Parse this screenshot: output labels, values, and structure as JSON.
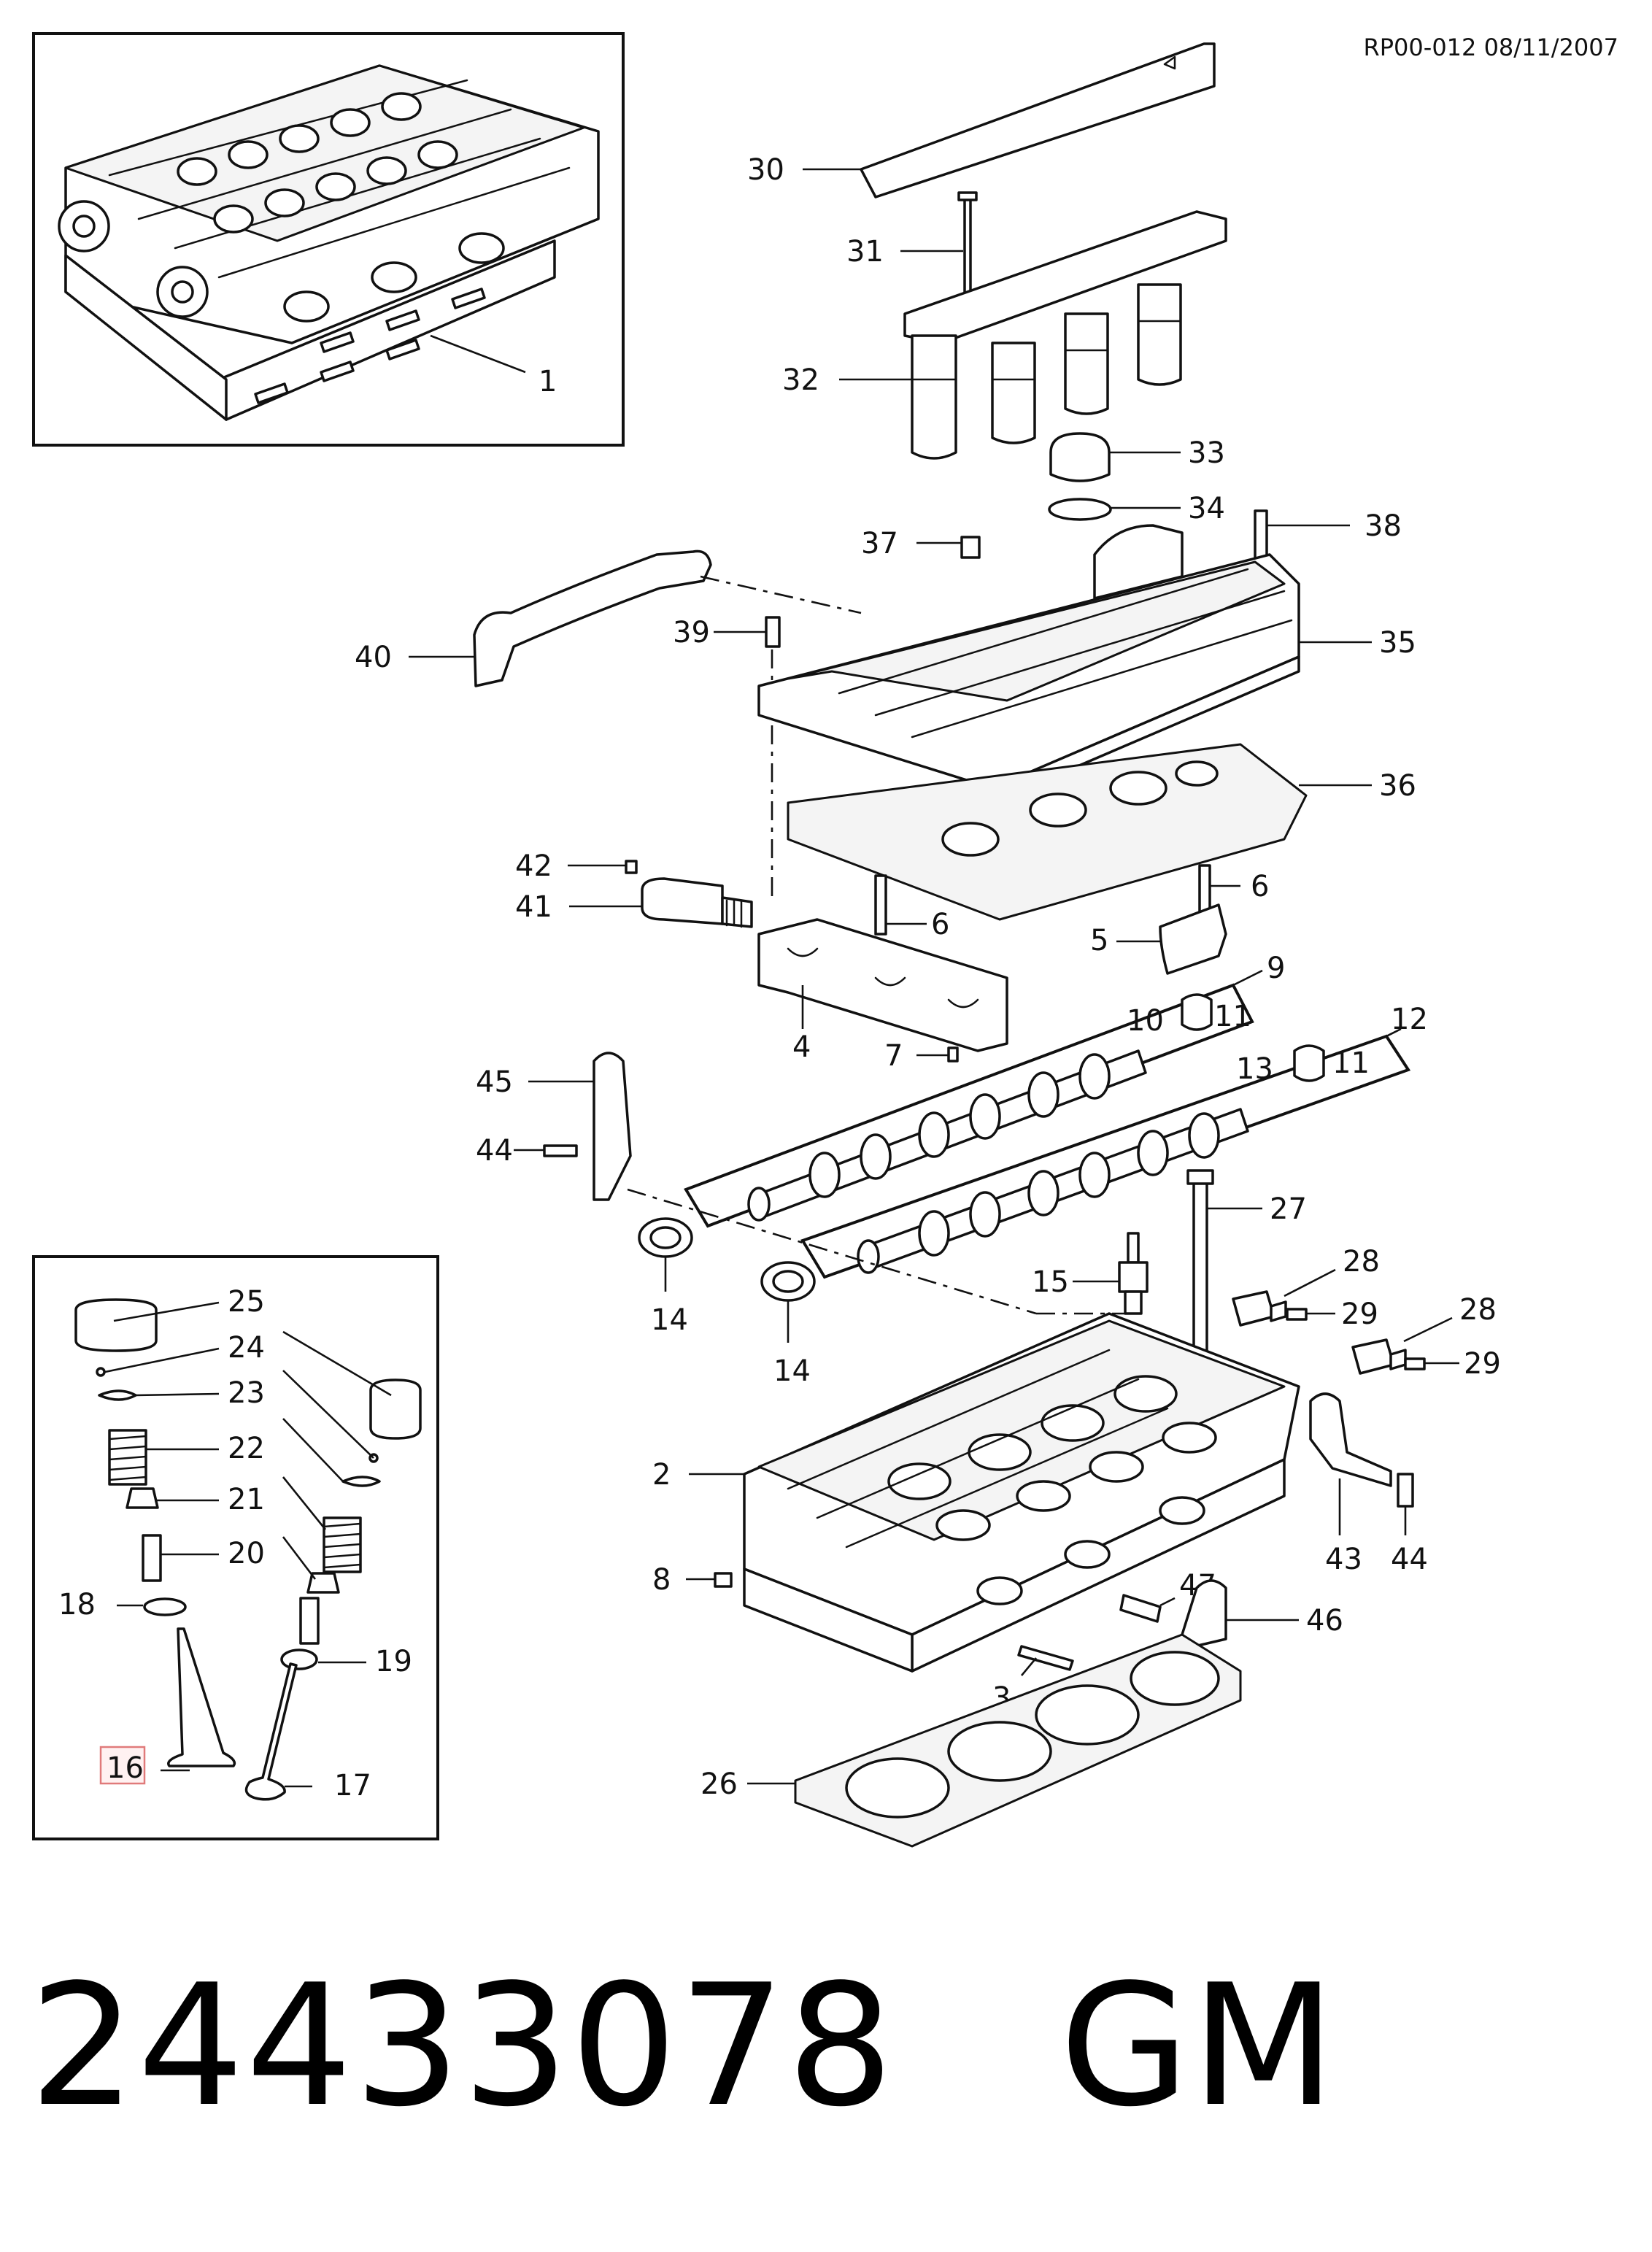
{
  "reference": "RP00-012 08/11/2007",
  "part_number": "24433078",
  "brand": "GM",
  "highlighted_callout": "16",
  "callouts": {
    "c1": "1",
    "c2": "2",
    "c3": "3",
    "c4": "4",
    "c5": "5",
    "c6a": "6",
    "c6b": "6",
    "c7": "7",
    "c8": "8",
    "c9": "9",
    "c10": "10",
    "c11a": "11",
    "c11b": "11",
    "c12": "12",
    "c13": "13",
    "c14a": "14",
    "c14b": "14",
    "c15": "15",
    "c16": "16",
    "c17": "17",
    "c18": "18",
    "c19": "19",
    "c20": "20",
    "c21": "21",
    "c22": "22",
    "c23": "23",
    "c24": "24",
    "c25": "25",
    "c26": "26",
    "c27": "27",
    "c28a": "28",
    "c28b": "28",
    "c29a": "29",
    "c29b": "29",
    "c30": "30",
    "c31": "31",
    "c32": "32",
    "c33": "33",
    "c34": "34",
    "c35": "35",
    "c36": "36",
    "c37": "37",
    "c38": "38",
    "c39": "39",
    "c40": "40",
    "c41": "41",
    "c42": "42",
    "c43": "43",
    "c44a": "44",
    "c44b": "44",
    "c45": "45",
    "c46": "46",
    "c47": "47"
  }
}
